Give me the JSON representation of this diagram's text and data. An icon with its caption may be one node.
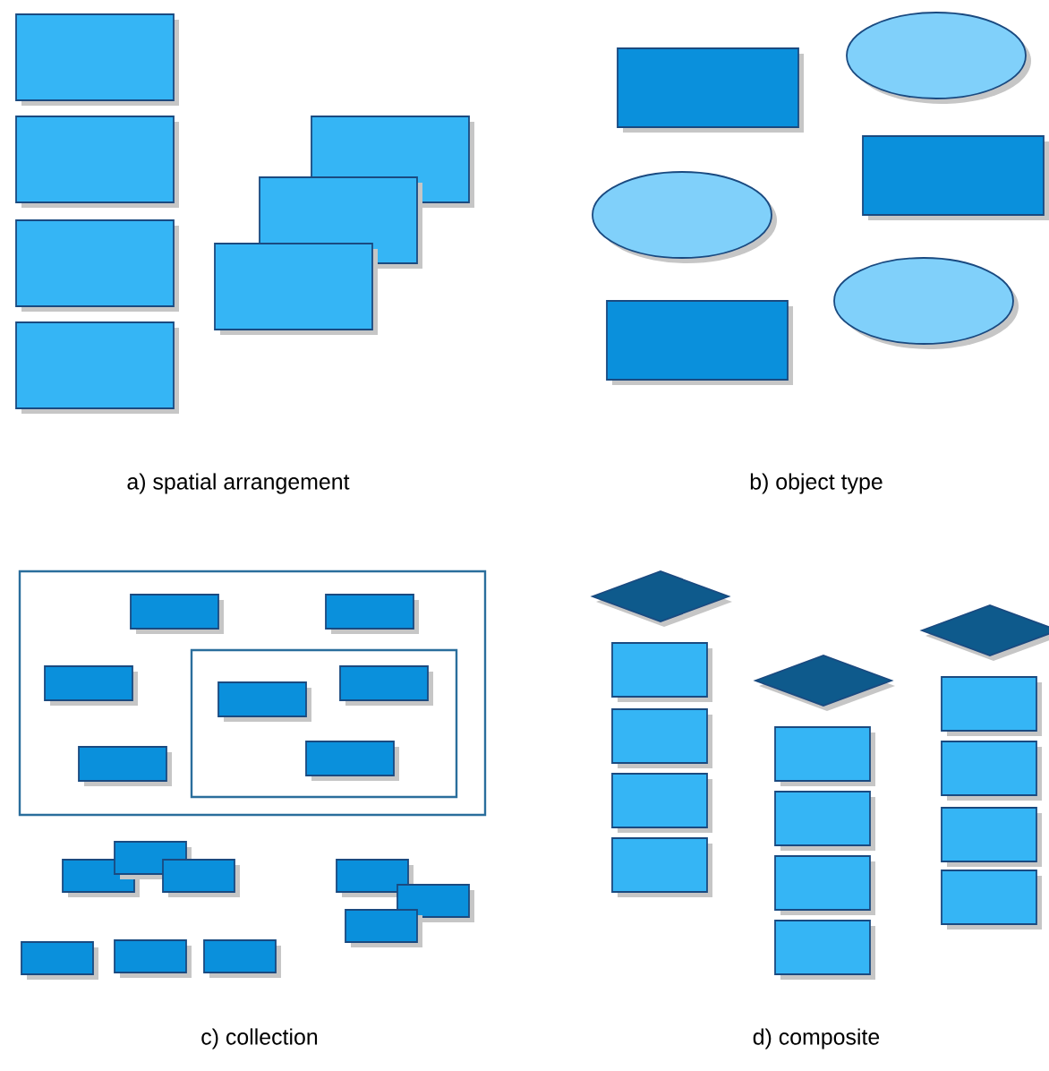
{
  "diagram": {
    "labels": [
      "a) spatial arrangement",
      "b) object type",
      "c) collection",
      "d) composite"
    ]
  }
}
